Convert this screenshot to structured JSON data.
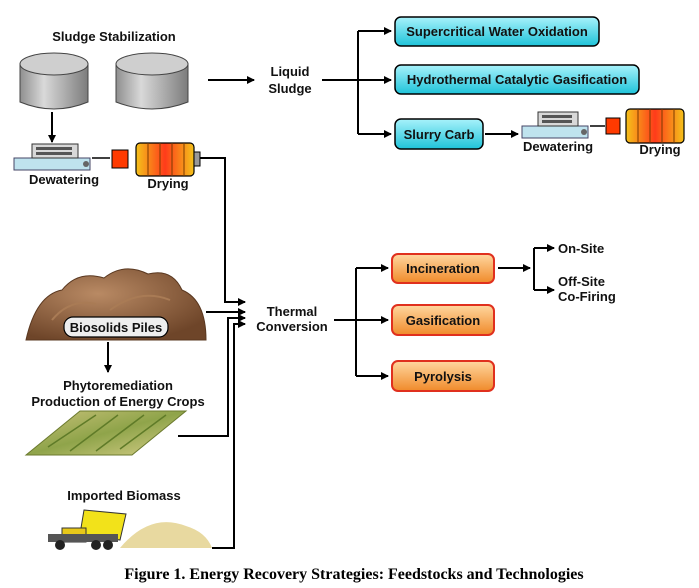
{
  "labels": {
    "sludge_stabilization": "Sludge Stabilization",
    "liquid_sludge_line1": "Liquid",
    "liquid_sludge_line2": "Sludge",
    "dewatering_left": "Dewatering",
    "drying_left": "Drying",
    "dewatering_right": "Dewatering",
    "drying_right": "Drying",
    "biosolids_piles": "Biosolids Piles",
    "phyto_line1": "Phytoremediation",
    "phyto_line2": "Production of Energy Crops",
    "imported_biomass": "Imported Biomass",
    "thermal_line1": "Thermal",
    "thermal_line2": "Conversion",
    "on_site": "On-Site",
    "off_site_line1": "Off-Site",
    "off_site_line2": "Co-Firing"
  },
  "boxes": {
    "scwo": "Supercritical Water Oxidation",
    "hcg": "Hydrothermal Catalytic Gasification",
    "slurry_carb": "Slurry Carb",
    "incineration": "Incineration",
    "gasification": "Gasification",
    "pyrolysis": "Pyrolysis"
  },
  "caption": "Figure 1. Energy Recovery Strategies: Feedstocks and Technologies",
  "colors": {
    "cyan_box": "#33d6e8",
    "orange_box": "#f7a34a",
    "box_border_red": "#e0301e",
    "tank": "#a9a9a9",
    "pile": "#8a5a3a"
  }
}
